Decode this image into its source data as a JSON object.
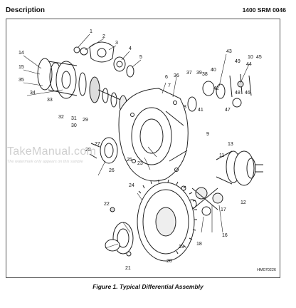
{
  "header": {
    "title": "Description",
    "doc_ref": "1400 SRM 0046"
  },
  "figure": {
    "caption": "Figure 1. Typical Differential Assembly",
    "drawing_code": "HM070226",
    "watermark": "TakeManual.com",
    "watermark_note": "The watermark only appears on this sample",
    "callouts": [
      "1",
      "2",
      "3",
      "4",
      "5",
      "6",
      "7",
      "8",
      "9",
      "10",
      "11",
      "12",
      "13",
      "14",
      "15",
      "16",
      "17",
      "18",
      "19",
      "20",
      "21",
      "22",
      "23",
      "24",
      "25",
      "26",
      "27",
      "28",
      "29",
      "30",
      "31",
      "32",
      "33",
      "34",
      "35",
      "36",
      "37",
      "38",
      "39",
      "40",
      "41",
      "42",
      "43",
      "44",
      "45",
      "46",
      "47",
      "48",
      "49"
    ]
  }
}
